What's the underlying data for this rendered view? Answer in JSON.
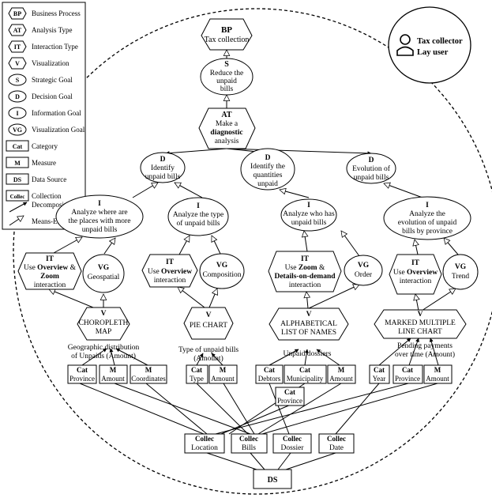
{
  "legend": [
    {
      "abbr": "BP",
      "label": "Business Process"
    },
    {
      "abbr": "AT",
      "label": "Analysis Type"
    },
    {
      "abbr": "IT",
      "label": "Interaction Type"
    },
    {
      "abbr": "V",
      "label": "Visualization"
    },
    {
      "abbr": "S",
      "label": "Strategic Goal"
    },
    {
      "abbr": "D",
      "label": "Decision Goal"
    },
    {
      "abbr": "I",
      "label": "Information Goal"
    },
    {
      "abbr": "VG",
      "label": "Visualization Goal"
    },
    {
      "abbr": "Cat",
      "label": "Category"
    },
    {
      "abbr": "M",
      "label": "Measure"
    },
    {
      "abbr": "DS",
      "label": "Data Source"
    },
    {
      "abbr": "Collec",
      "label": "Collection"
    },
    {
      "abbr": "",
      "label": "Decomposition"
    },
    {
      "abbr": "",
      "label": "Means-End"
    }
  ],
  "actors": {
    "line1": "Tax collector",
    "line2": "Lay user"
  },
  "bp": {
    "tag": "BP",
    "label": "Tax collection"
  },
  "strategic": {
    "tag": "S",
    "lines": [
      "Reduce the",
      "unpaid",
      "bills"
    ]
  },
  "analysis": {
    "tag": "AT",
    "lines": [
      "Make a",
      "diagnostic",
      "analysis"
    ]
  },
  "decisions": [
    {
      "tag": "D",
      "lines": [
        "Identify",
        "unpaid bills"
      ]
    },
    {
      "tag": "D",
      "lines": [
        "Identify the",
        "quantities",
        "unpaid"
      ]
    },
    {
      "tag": "D",
      "lines": [
        "Evolution of",
        "unpaid bills"
      ]
    }
  ],
  "info": [
    {
      "tag": "I",
      "lines": [
        "Analyze where are",
        "the places with more",
        "unpaid bills"
      ]
    },
    {
      "tag": "I",
      "lines": [
        "Analyze the type",
        "of unpaid bills"
      ]
    },
    {
      "tag": "I",
      "lines": [
        "Analyze who has",
        "unpaid bills"
      ]
    },
    {
      "tag": "I",
      "lines": [
        "Analyze the",
        "evolution of unpaid",
        "bills by province"
      ]
    }
  ],
  "interaction": [
    {
      "tag": "IT",
      "line1a": "Use ",
      "line1b": "Overview",
      "line1c": " &",
      "line2": "Zoom",
      "line3": "interaction"
    },
    {
      "tag": "IT",
      "line1a": "Use ",
      "line1b": "Overview",
      "line2": "interaction"
    },
    {
      "tag": "IT",
      "line1a": "Use ",
      "line1b": "Zoom",
      "line1c": "  &",
      "line2": "Details-on-demand",
      "line3": "interaction"
    },
    {
      "tag": "IT",
      "line1a": "Use ",
      "line1b": "Overview",
      "line2": "interaction"
    }
  ],
  "vgoals": [
    {
      "tag": "VG",
      "label": "Geospatial"
    },
    {
      "tag": "VG",
      "label": "Composition"
    },
    {
      "tag": "VG",
      "label": "Order"
    },
    {
      "tag": "VG",
      "label": "Trend"
    }
  ],
  "visualizations": [
    {
      "tag": "V",
      "lines": [
        "CHOROPLETH",
        "MAP"
      ],
      "caption": [
        "Geographic distribution",
        "of Unpaids (Amount)"
      ]
    },
    {
      "tag": "V",
      "lines": [
        "PIE CHART"
      ],
      "caption": [
        "Type of unpaid bills",
        "(Amount)"
      ]
    },
    {
      "tag": "V",
      "lines": [
        "ALPHABETICAL",
        "LIST OF NAMES"
      ],
      "caption": [
        "Unpaid dossiers"
      ]
    },
    {
      "tag": "V",
      "lines": [
        "MARKED MULTIPLE",
        "LINE CHART"
      ],
      "caption": [
        "Pending payments",
        "over time (Amount)"
      ]
    }
  ],
  "attributes": [
    {
      "tag": "Cat",
      "label": "Province"
    },
    {
      "tag": "M",
      "label": "Amount"
    },
    {
      "tag": "M",
      "label": "Coordinates"
    },
    {
      "tag": "Cat",
      "label": "Type"
    },
    {
      "tag": "M",
      "label": "Amount"
    },
    {
      "tag": "Cat",
      "label": "Debtors"
    },
    {
      "tag": "Cat",
      "label": "Municipality"
    },
    {
      "tag": "M",
      "label": "Amount"
    },
    {
      "tag": "Cat",
      "label": "Province"
    },
    {
      "tag": "Cat",
      "label": "Year"
    },
    {
      "tag": "Cat",
      "label": "Province"
    },
    {
      "tag": "M",
      "label": "Amount"
    }
  ],
  "collections": [
    {
      "tag": "Collec",
      "label": "Location"
    },
    {
      "tag": "Collec",
      "label": "Bills"
    },
    {
      "tag": "Collec",
      "label": "Dossier"
    },
    {
      "tag": "Collec",
      "label": "Date"
    }
  ],
  "datasource": {
    "label": "DS"
  }
}
